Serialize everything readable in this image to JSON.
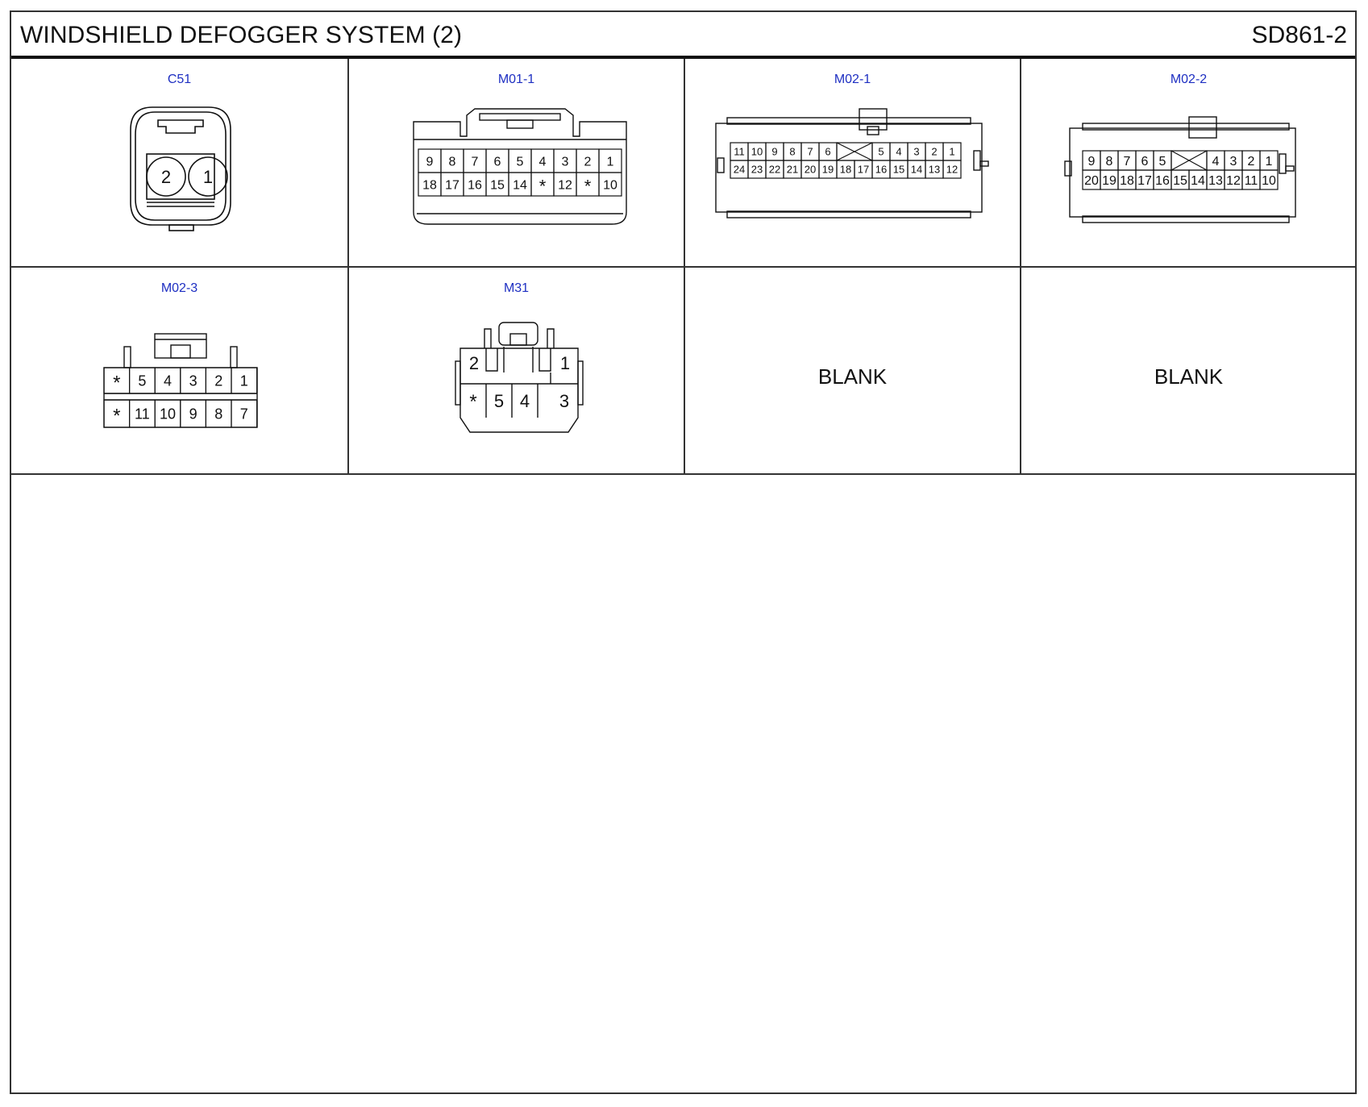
{
  "header": {
    "title": "WINDSHIELD DEFOGGER SYSTEM (2)",
    "code": "SD861-2"
  },
  "connectors": [
    {
      "id": "C51",
      "rows": [
        [
          "2",
          "1"
        ]
      ]
    },
    {
      "id": "M01-1",
      "rows": [
        [
          "9",
          "8",
          "7",
          "6",
          "5",
          "4",
          "3",
          "2",
          "1"
        ],
        [
          "18",
          "17",
          "16",
          "15",
          "14",
          "*",
          "12",
          "*",
          "10"
        ]
      ]
    },
    {
      "id": "M02-1",
      "rows": [
        [
          "11",
          "10",
          "9",
          "8",
          "7",
          "6",
          "",
          "5",
          "4",
          "3",
          "2",
          "1"
        ],
        [
          "24",
          "23",
          "22",
          "21",
          "20",
          "19",
          "18",
          "17",
          "16",
          "15",
          "14",
          "13",
          "12"
        ]
      ]
    },
    {
      "id": "M02-2",
      "rows": [
        [
          "9",
          "8",
          "7",
          "6",
          "5",
          "",
          "4",
          "3",
          "2",
          "1"
        ],
        [
          "20",
          "19",
          "18",
          "17",
          "16",
          "15",
          "14",
          "13",
          "12",
          "11",
          "10"
        ]
      ]
    },
    {
      "id": "M02-3",
      "rows": [
        [
          "*",
          "5",
          "4",
          "3",
          "2",
          "1"
        ],
        [
          "*",
          "11",
          "10",
          "9",
          "8",
          "7"
        ]
      ]
    },
    {
      "id": "M31",
      "rows": [
        [
          "2",
          "1"
        ],
        [
          "*",
          "5",
          "4",
          "3"
        ]
      ]
    }
  ],
  "blank_cells": [
    {
      "label": "BLANK"
    },
    {
      "label": "BLANK"
    }
  ]
}
